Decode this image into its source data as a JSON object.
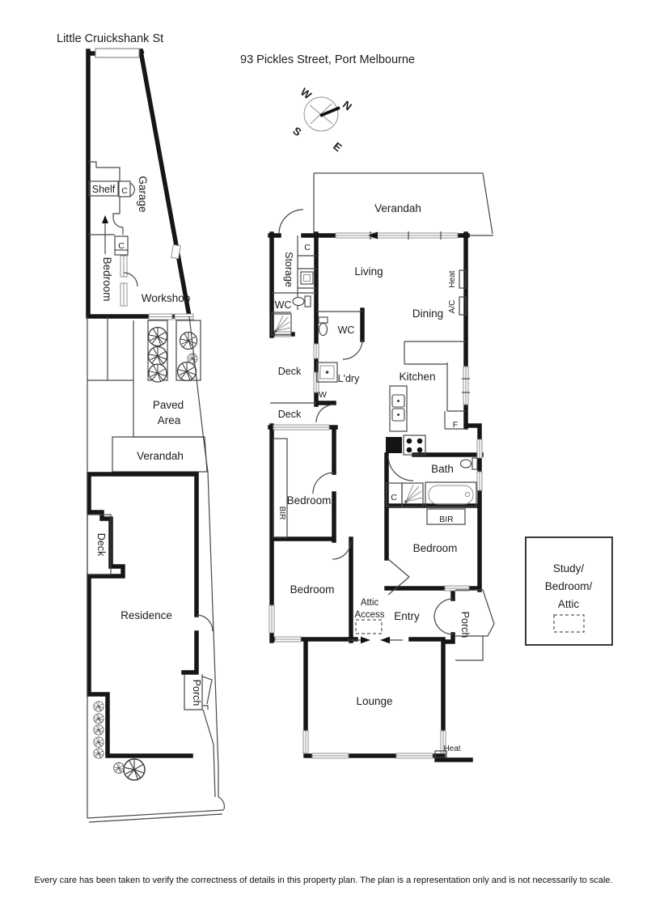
{
  "header": {
    "street_label": "Little Cruickshank St",
    "title": "93 Pickles Street, Port Melbourne"
  },
  "compass": {
    "west": "W",
    "north": "N",
    "south": "S",
    "east": "E"
  },
  "left": {
    "shelf": "Shelf",
    "closet1": "C",
    "garage": "Garage",
    "bedroom": "Bedroom",
    "closet2": "C",
    "workshop": "Workshop",
    "paved1": "Paved",
    "paved2": "Area",
    "verandah": "Verandah",
    "deck": "Deck",
    "residence": "Residence",
    "porch": "Porch"
  },
  "right": {
    "verandah": "Verandah",
    "storage": "Storage",
    "closetStorage": "C",
    "living": "Living",
    "dining": "Dining",
    "heatUpper": "Heat",
    "ac": "A/C",
    "wc1": "WC",
    "wc2": "WC",
    "deck1": "Deck",
    "laundry": "L'dry",
    "washer": "W",
    "kitchen": "Kitchen",
    "deck2": "Deck",
    "fridge": "F",
    "bath": "Bath",
    "closetBath": "C",
    "birBath": "BIR",
    "birLeft": "BIR",
    "bedroomMid": "Bedroom",
    "bedroomRight": "Bedroom",
    "bedroomLower": "Bedroom",
    "attic1": "Attic",
    "attic2": "Access",
    "entry": "Entry",
    "porch": "Porch",
    "lounge": "Lounge",
    "heatLower": "Heat"
  },
  "study": {
    "line1": "Study/",
    "line2": "Bedroom/",
    "line3": "Attic"
  },
  "footer": {
    "disclaimer": "Every care has been taken to verify the correctness of details in this property plan. The plan is a representation only and is not necessarily to scale."
  },
  "colors": {
    "wall": "#161616",
    "thin_line": "#474747",
    "text": "#1c1c1c",
    "background": "#ffffff"
  }
}
